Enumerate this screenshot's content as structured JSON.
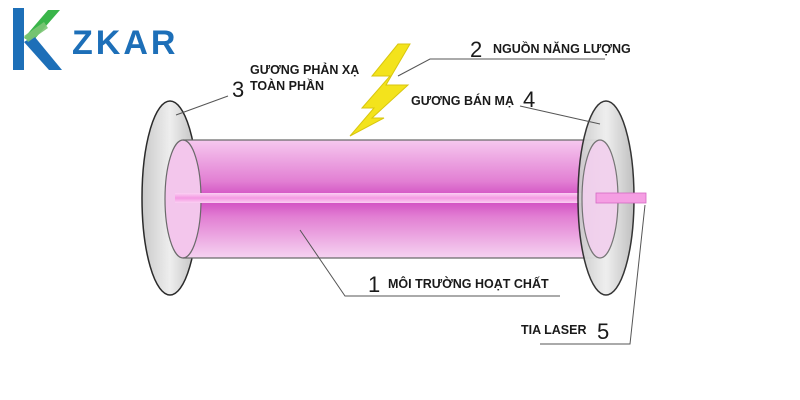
{
  "logo": {
    "text": "ZKAR",
    "colors": {
      "blue": "#1d6fb8",
      "green": "#3ab54a"
    }
  },
  "diagram": {
    "labels": [
      {
        "id": "mirror_full",
        "number": "3",
        "lines": [
          "GƯƠNG PHẢN XẠ",
          "TOÀN PHẦN"
        ]
      },
      {
        "id": "energy_source",
        "number": "2",
        "lines": [
          "NGUỒN NĂNG LƯỢNG"
        ]
      },
      {
        "id": "mirror_half",
        "number": "4",
        "lines": [
          "GƯƠNG BÁN MẠ"
        ]
      },
      {
        "id": "active_medium",
        "number": "1",
        "lines": [
          "MÔI TRƯỜNG HOẠT CHẤT"
        ]
      },
      {
        "id": "laser_beam",
        "number": "5",
        "lines": [
          "TIA LASER"
        ]
      }
    ],
    "colors": {
      "tube": "#e88ad8",
      "tube_core": "#c43ab8",
      "beam": "#f6a3e6",
      "lightning": "#f3e31c",
      "mirror": "#d9d9d9"
    },
    "icons": [
      "lightning-icon"
    ]
  }
}
